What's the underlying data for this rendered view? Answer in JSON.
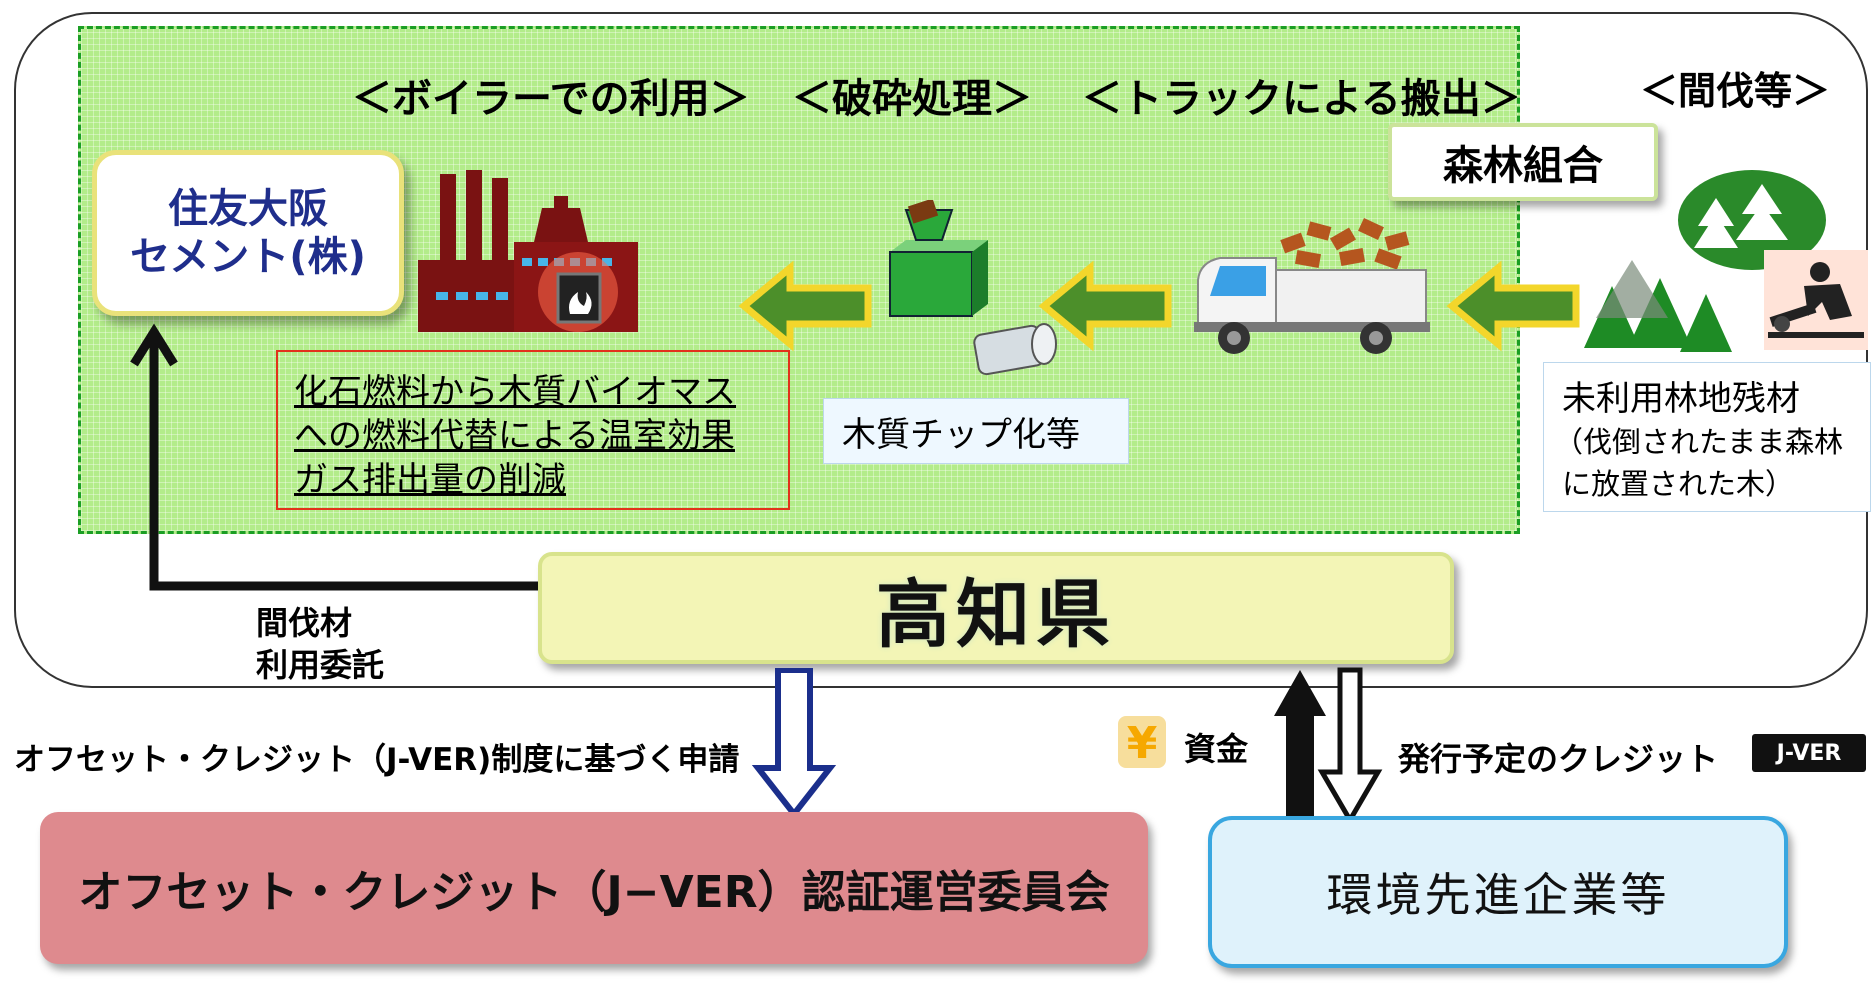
{
  "stages": {
    "boiler": "＜ボイラーでの利用＞",
    "crush": "＜破砕処理＞",
    "truck": "＜トラックによる搬出＞",
    "thinning": "＜間伐等＞"
  },
  "sumitomo": {
    "line1": "住友大阪",
    "line2": "セメント(株)"
  },
  "forest_union": "森林組合",
  "emission_note": {
    "line1": "化石燃料から木質バイオマス",
    "line2": "への燃料代替による温室効果",
    "line3": "ガス排出量の削減"
  },
  "chip_label": "木質チップ化等",
  "residue": {
    "line1": "未利用林地残材",
    "line2": "（伐倒されたまま森林",
    "line3": "に放置された木）"
  },
  "kochi": "高知県",
  "commission": {
    "line1": "間伐材",
    "line2": "利用委託"
  },
  "application_label": "オフセット・クレジット（J-VER)制度に基づく申請",
  "funds_label": "資金",
  "credit_label": "発行予定のクレジット",
  "jver_badge": "J-VER",
  "committee": "オフセット・クレジット（J−VER）認証運営委員会",
  "companies": "環境先進企業等",
  "icons": [
    "factory-icon",
    "chipper-icon",
    "log-icon",
    "truck-icon",
    "trees-icon",
    "logger-icon",
    "yen-icon"
  ],
  "colors": {
    "accent_green": "#b3ec8a",
    "arrow_yellow": "#f3d62b",
    "kochi_fill": "#f3f5b6",
    "committee_fill": "#de8a8e",
    "companies_border": "#39a7e0"
  }
}
